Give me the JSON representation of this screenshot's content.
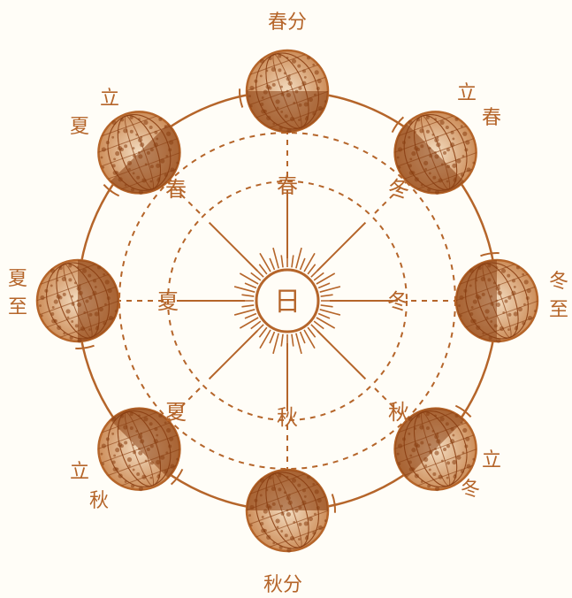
{
  "colors": {
    "ink": "#b5652a",
    "paper": "#fffdf7",
    "globe_dark": "#8a3f12",
    "globe_light": "#f3dcc0"
  },
  "sun_label": "日",
  "solar_terms": {
    "spring_equinox": "春分",
    "start_of_spring": [
      "立",
      "春"
    ],
    "winter_solstice": [
      "冬",
      "至"
    ],
    "start_of_winter": [
      "立",
      "冬"
    ],
    "autumn_equinox": "秋分",
    "start_of_autumn": [
      "立",
      "秋"
    ],
    "summer_solstice": [
      "夏",
      "至"
    ],
    "start_of_summer": [
      "立",
      "夏"
    ]
  },
  "season_labels": {
    "spring": "春",
    "summer": "夏",
    "autumn": "秋",
    "winter": "冬"
  }
}
